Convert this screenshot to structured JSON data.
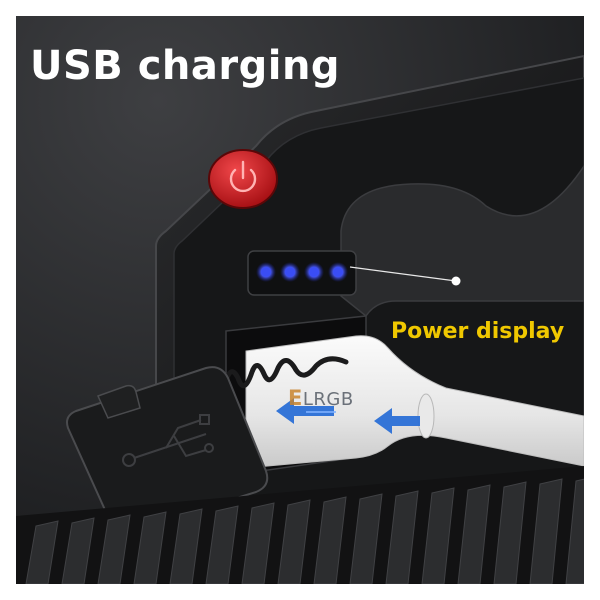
{
  "image": {
    "title": "USB charging",
    "callout_label": "Power display",
    "watermark": {
      "accent": "E",
      "rest": "LRGB"
    },
    "indicator": {
      "lit_leds": 4,
      "total_leds": 4,
      "color": "#3a4df5"
    },
    "power_button_color": "#d8171c",
    "callout_color": "#f0c800",
    "arrow_color": "#2a6fd6",
    "icons": [
      "power-icon",
      "usb-icon",
      "charging-arrow-icon"
    ]
  }
}
